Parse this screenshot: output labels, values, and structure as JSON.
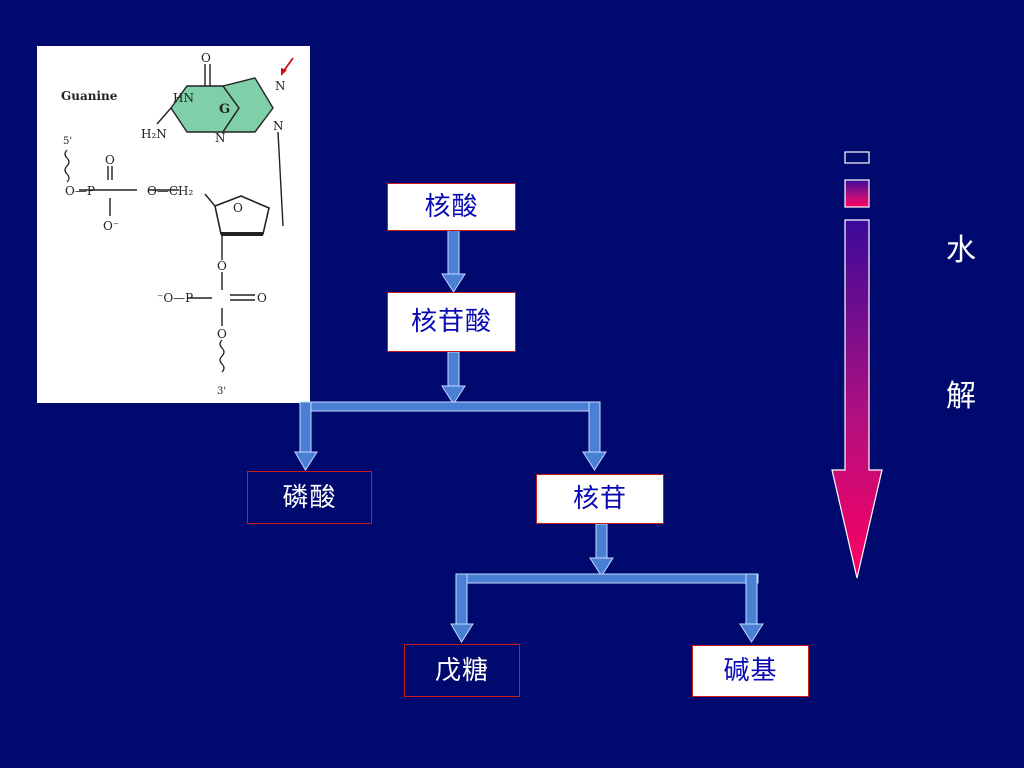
{
  "structure": {
    "base_name": "Guanine",
    "ring_letter": "G",
    "atoms": {
      "O_top": "O",
      "HN": "HN",
      "N7": "N",
      "N9": "N",
      "N3": "N",
      "H2N": "H₂N",
      "O_ring": "O",
      "ch2": "O—CH₂",
      "O_p1_top": "O",
      "O_p1_left": "O—P",
      "O_p1_bottom": "O⁻",
      "O_link": "O",
      "O_p2_left": "⁻O—P",
      "O_p2_right": "O",
      "O_bottom": "O"
    },
    "prime5": "5'",
    "prime3": "3'"
  },
  "diagram": {
    "nucleic_acid": "核酸",
    "nucleotide": "核苷酸",
    "phosphate": "磷酸",
    "nucleoside": "核苷",
    "pentose": "戊糖",
    "base": "碱基"
  },
  "side": {
    "char1": "水",
    "char2": "解"
  },
  "colors": {
    "background": "#000a6e",
    "box_border": "#c81a1a",
    "box_text": "#0a0ab4",
    "connector": "#4a7fd6",
    "gradient_top": "#3a0a9a",
    "gradient_bottom": "#ff0060",
    "ring_fill": "#7fcfa8"
  }
}
